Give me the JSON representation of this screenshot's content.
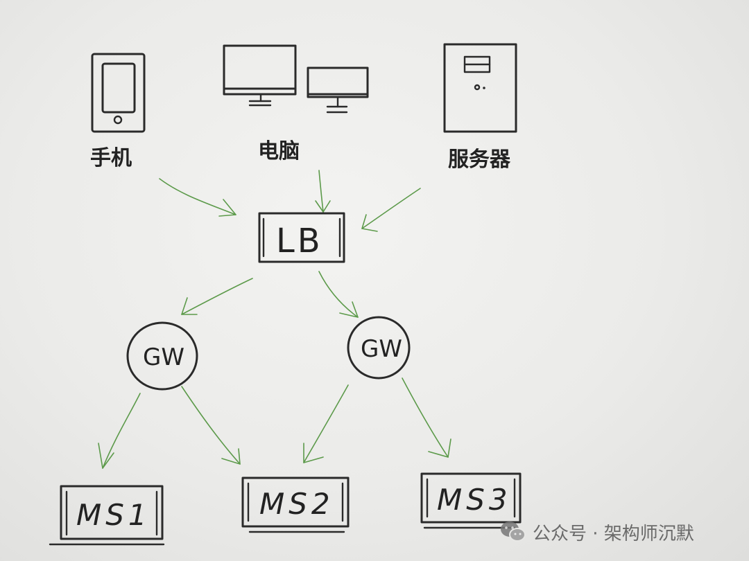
{
  "devices": {
    "phone_label": "手机",
    "computer_label": "电脑",
    "server_label": "服务器"
  },
  "nodes": {
    "lb": "LB",
    "gateways": [
      "GW",
      "GW"
    ],
    "services": [
      "MS1",
      "MS2",
      "MS3"
    ]
  },
  "watermark": {
    "text": "公众号 · 架构师沉默",
    "icon": "wechat-icon"
  },
  "colors": {
    "ink": "#2a2a2a",
    "arrow": "#5c9a4a",
    "paper": "#ebebe9"
  }
}
